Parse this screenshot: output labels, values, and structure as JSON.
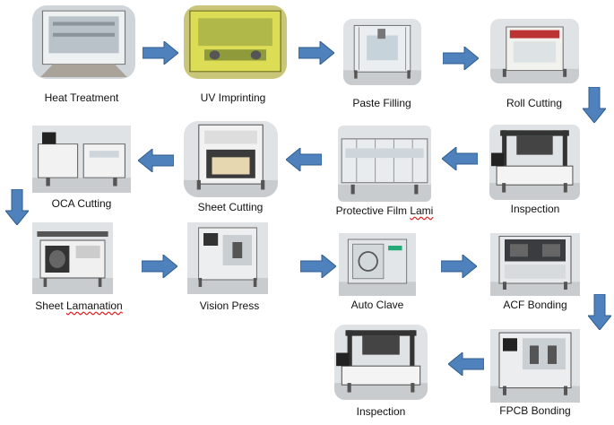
{
  "steps": [
    {
      "id": "heat-treatment",
      "label": "Heat Treatment",
      "spell_flag": false,
      "picture": "heat-treatment-oven"
    },
    {
      "id": "uv-imprinting",
      "label": "UV Imprinting",
      "spell_flag": false,
      "picture": "uv-imprinting-machine"
    },
    {
      "id": "paste-filling",
      "label": "Paste Filling",
      "spell_flag": false,
      "picture": "paste-filling-machine"
    },
    {
      "id": "roll-cutting",
      "label": "Roll Cutting",
      "spell_flag": false,
      "picture": "roll-cutting-machine"
    },
    {
      "id": "inspection-1",
      "label": "Inspection",
      "spell_flag": false,
      "picture": "inspection-machine"
    },
    {
      "id": "protective-film-lami",
      "label": "Protective Film Lami",
      "spell_flag": true,
      "picture": "film-lamination-line"
    },
    {
      "id": "sheet-cutting",
      "label": "Sheet Cutting",
      "spell_flag": false,
      "picture": "sheet-cutting-machine"
    },
    {
      "id": "oca-cutting",
      "label": "OCA Cutting",
      "spell_flag": false,
      "picture": "oca-cutting-machine"
    },
    {
      "id": "sheet-lamanation",
      "label": "Sheet Lamanation",
      "spell_flag": true,
      "picture": "sheet-lamination-machine"
    },
    {
      "id": "vision-press",
      "label": "Vision Press",
      "spell_flag": false,
      "picture": "vision-press-machine"
    },
    {
      "id": "auto-clave",
      "label": "Auto Clave",
      "spell_flag": false,
      "picture": "autoclave-cabinet"
    },
    {
      "id": "acf-bonding",
      "label": "ACF Bonding",
      "spell_flag": false,
      "picture": "acf-bonding-machine"
    },
    {
      "id": "fpcb-bonding",
      "label": "FPCB Bonding",
      "spell_flag": false,
      "picture": "fpcb-bonding-machine"
    },
    {
      "id": "inspection-2",
      "label": "Inspection",
      "spell_flag": false,
      "picture": "inspection-machine"
    }
  ],
  "arrows": [
    {
      "from": "heat-treatment",
      "to": "uv-imprinting",
      "direction": "right"
    },
    {
      "from": "uv-imprinting",
      "to": "paste-filling",
      "direction": "right"
    },
    {
      "from": "paste-filling",
      "to": "roll-cutting",
      "direction": "right"
    },
    {
      "from": "roll-cutting",
      "to": "inspection-1",
      "direction": "down"
    },
    {
      "from": "inspection-1",
      "to": "protective-film-lami",
      "direction": "left"
    },
    {
      "from": "protective-film-lami",
      "to": "sheet-cutting",
      "direction": "left"
    },
    {
      "from": "sheet-cutting",
      "to": "oca-cutting",
      "direction": "left"
    },
    {
      "from": "oca-cutting",
      "to": "sheet-lamanation",
      "direction": "down"
    },
    {
      "from": "sheet-lamanation",
      "to": "vision-press",
      "direction": "right"
    },
    {
      "from": "vision-press",
      "to": "auto-clave",
      "direction": "right"
    },
    {
      "from": "auto-clave",
      "to": "acf-bonding",
      "direction": "right"
    },
    {
      "from": "acf-bonding",
      "to": "fpcb-bonding",
      "direction": "down"
    },
    {
      "from": "fpcb-bonding",
      "to": "inspection-2",
      "direction": "left"
    }
  ],
  "colors": {
    "arrow_fill": "#4f81bd",
    "arrow_stroke": "#2f5d8c",
    "label": "#111111",
    "spell_underline": "#dd2222"
  }
}
